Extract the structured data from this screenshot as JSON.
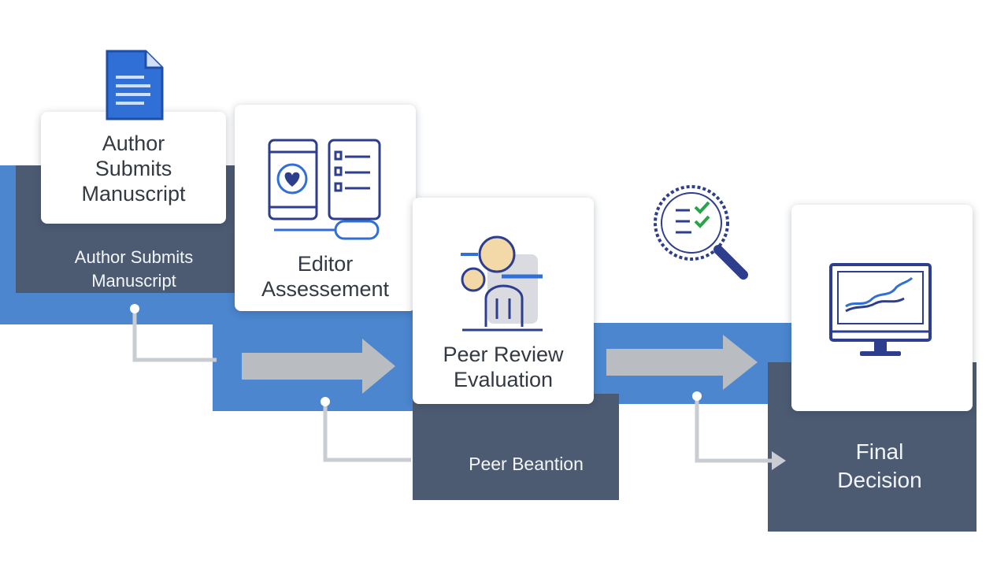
{
  "steps": {
    "author_card": "Author\nSubmits\nManuscript",
    "author_band": "Author Submits\nManuscript",
    "editor_card": "Editor\nAssessement",
    "peer_card": "Peer Review\nEvaluation",
    "peer_band": "Peer Beantion",
    "final_band": "Final\nDecision"
  },
  "colors": {
    "band_blue": "#4b86cf",
    "band_slate": "#4d5b72",
    "icon_blue": "#2f6fd6",
    "icon_navy": "#2d3e8f",
    "check_green": "#2aa44a",
    "arrow_gray": "#b9bcc1"
  },
  "icons": {
    "document": "document-icon",
    "checklist": "phone-checklist-icon",
    "reviewer": "reviewer-icon",
    "magnifier": "magnifier-checklist-icon",
    "monitor": "monitor-chart-icon"
  }
}
